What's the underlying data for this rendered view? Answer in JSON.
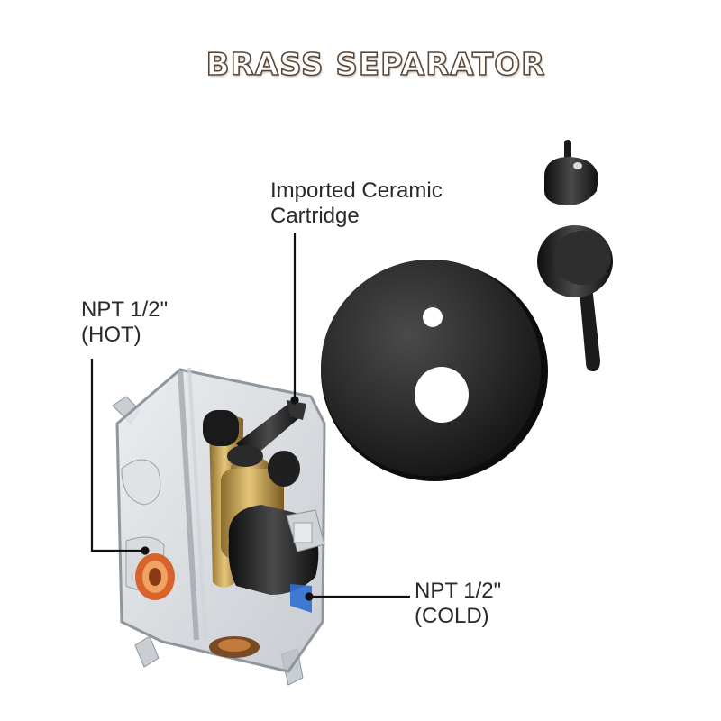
{
  "title": "BRASS SEPARATOR",
  "callouts": {
    "cartridge": {
      "line1": "Imported Ceramic",
      "line2": "Cartridge"
    },
    "hot": {
      "line1": "NPT 1/2\"",
      "line2": "(HOT)"
    },
    "cold": {
      "line1": "NPT 1/2\"",
      "line2": "(COLD)"
    }
  },
  "colors": {
    "leader_line": "#111111",
    "hot_marker": "#e03a2e",
    "cold_marker": "#2f6fd0",
    "brass": "#c9a24a",
    "matte_black": "#1b1b1b",
    "title_outline": "#5b4636"
  }
}
